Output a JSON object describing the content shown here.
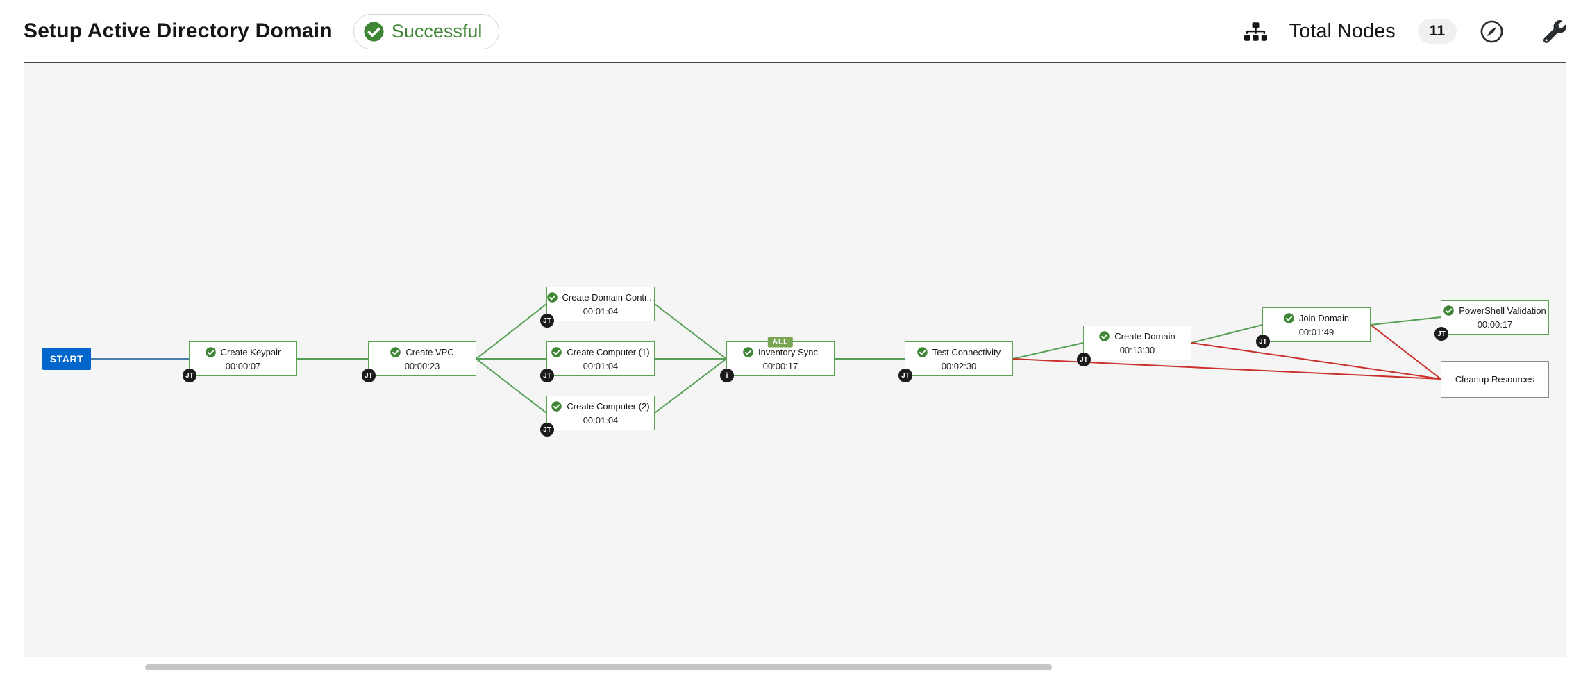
{
  "header": {
    "title": "Setup Active Directory Domain",
    "status": "Successful",
    "total_nodes_label": "Total Nodes",
    "total_nodes_count": "11"
  },
  "icons": {
    "status": "check-circle-icon",
    "nodes_summary": "sitemap-icon",
    "legend": "compass-icon",
    "tools": "wrench-icon",
    "node_success": "check-circle-icon"
  },
  "canvas": {
    "start_label": "START",
    "all_tag": "ALL",
    "nodes": [
      {
        "label": "Create Keypair",
        "time": "00:00:07",
        "badge": "JT"
      },
      {
        "label": "Create VPC",
        "time": "00:00:23",
        "badge": "JT"
      },
      {
        "label": "Create Domain Contr...",
        "time": "00:01:04",
        "badge": "JT"
      },
      {
        "label": "Create Computer (1)",
        "time": "00:01:04",
        "badge": "JT"
      },
      {
        "label": "Create Computer (2)",
        "time": "00:01:04",
        "badge": "JT"
      },
      {
        "label": "Inventory Sync",
        "time": "00:00:17",
        "badge": "i"
      },
      {
        "label": "Test Connectivity",
        "time": "00:02:30",
        "badge": "JT"
      },
      {
        "label": "Create Domain",
        "time": "00:13:30",
        "badge": "JT"
      },
      {
        "label": "Join Domain",
        "time": "00:01:49",
        "badge": "JT"
      },
      {
        "label": "PowerShell Validation",
        "time": "00:00:17",
        "badge": "JT"
      },
      {
        "label": "Cleanup Resources"
      }
    ]
  },
  "colors": {
    "success_green": "#3e8635",
    "node_border_green": "#5ba352",
    "link_green": "#55a055",
    "link_red": "#c9302c",
    "link_blue": "#4a7fae",
    "start_node_blue": "#0066cc",
    "badge_dark": "#1b1b1b",
    "canvas_bg": "#f5f5f5"
  }
}
